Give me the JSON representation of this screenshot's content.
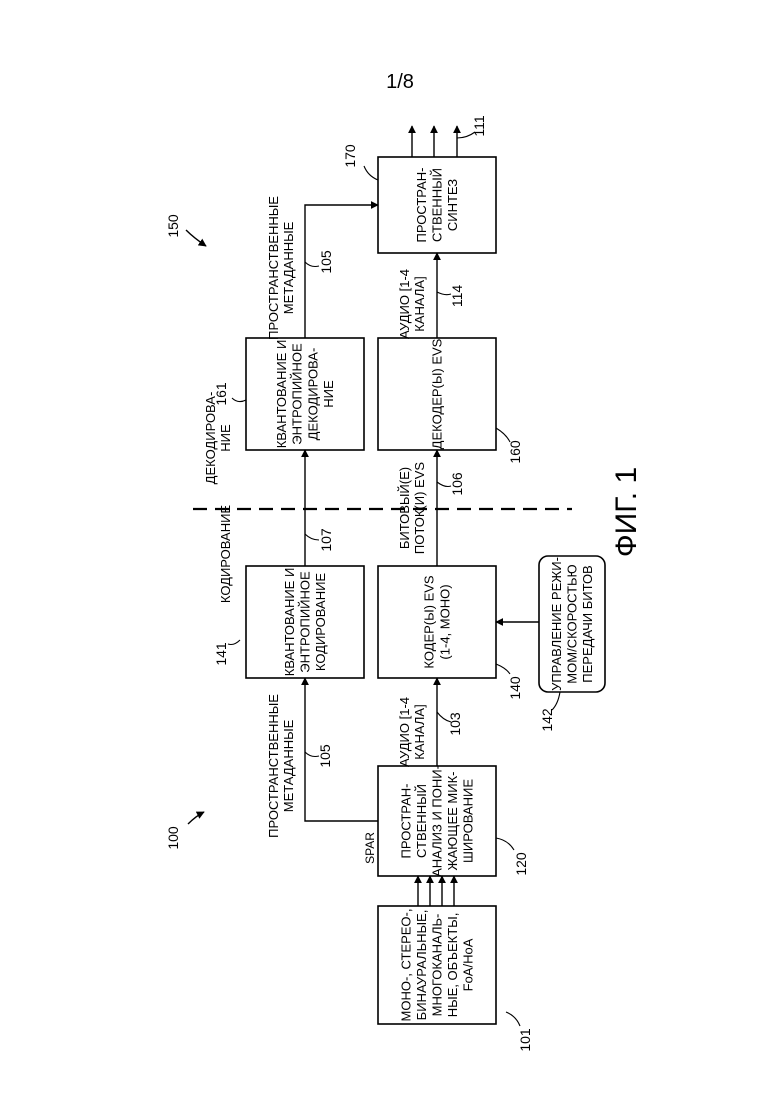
{
  "page_number": "1/8",
  "figure_label": "ФИГ. 1",
  "system_encoder_ref": "100",
  "system_decoder_ref": "150",
  "section_encoding": "КОДИРОВАНИЕ",
  "section_decoding": [
    "ДЕКОДИРОВА-",
    "НИЕ"
  ],
  "spar_label": "SPAR",
  "blocks": {
    "b101": {
      "ref": "101",
      "lines": [
        "МОНО-, СТЕРЕО-,",
        "БИНАУРАЛЬНЫЕ,",
        "МНОГОКАНАЛЬ-",
        "НЫЕ, ОБЪЕКТЫ,",
        "FoA/HoA"
      ]
    },
    "b120": {
      "ref": "120",
      "lines": [
        "ПРОСТРАН-",
        "СТВЕННЫЙ",
        "АНАЛИЗ И ПОНИ-",
        "ЖАЮЩЕЕ МИК-",
        "ШИРОВАНИЕ"
      ]
    },
    "b140": {
      "ref": "140",
      "lines": [
        "КОДЕР(Ы) EVS",
        "(1-4, МОНО)"
      ]
    },
    "b141": {
      "ref": "141",
      "lines": [
        "КВАНТОВАНИЕ И",
        "ЭНТРОПИЙНОЕ",
        "КОДИРОВАНИЕ"
      ]
    },
    "b142": {
      "ref": "142",
      "lines": [
        "УПРАВЛЕНИЕ РЕЖИ-",
        "МОМ/СКОРОСТЬЮ",
        "ПЕРЕДАЧИ БИТОВ"
      ]
    },
    "b160": {
      "ref": "160",
      "lines": [
        "ДЕКОДЕР(Ы) EVS"
      ]
    },
    "b161": {
      "ref": "161",
      "lines": [
        "КВАНТОВАНИЕ И",
        "ЭНТРОПИЙНОЕ",
        "ДЕКОДИРОВА-",
        "НИЕ"
      ]
    },
    "b170": {
      "ref": "170",
      "lines": [
        "ПРОСТРАН-",
        "СТВЕННЫЙ",
        "СИНТЕЗ"
      ]
    }
  },
  "signals": {
    "s105a": {
      "ref": "105",
      "lines": [
        "ПРОСТРАНСТВЕННЫЕ",
        "МЕТАДАННЫЕ"
      ]
    },
    "s103": {
      "ref": "103",
      "lines": [
        "АУДИО [1-4",
        "КАНАЛА]"
      ]
    },
    "s107": {
      "ref": "107"
    },
    "s106": {
      "ref": "106",
      "lines": [
        "БИТОВЫЙ(Е)",
        "ПОТОК(И) EVS"
      ]
    },
    "s114": {
      "ref": "114",
      "lines": [
        "АУДИО [1-4",
        "КАНАЛА]"
      ]
    },
    "s105b": {
      "ref": "105",
      "lines": [
        "ПРОСТРАНСТВЕННЫЕ",
        "МЕТАДАННЫЕ"
      ]
    },
    "s111": {
      "ref": "111"
    }
  }
}
